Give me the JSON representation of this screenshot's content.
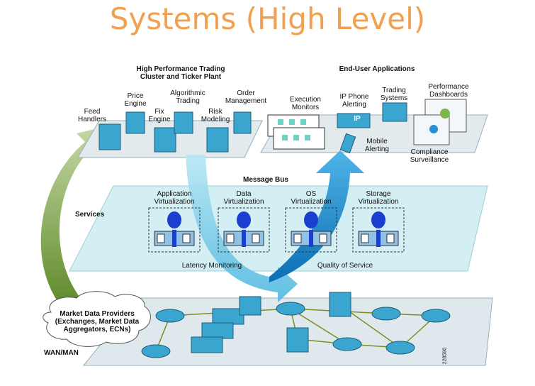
{
  "title": "Systems (High Level)",
  "top_left_section": "High Performance Trading\nCluster and Ticker Plant",
  "top_right_section": "End-User Applications",
  "components": {
    "feed_handlers": "Feed\nHandlers",
    "price_engine": "Price\nEngine",
    "algorithmic_trading": "Algorithmic\nTrading",
    "fix_engine": "Fix\nEngine",
    "risk_modeling": "Risk\nModeling",
    "order_management": "Order\nManagement",
    "execution_monitors": "Execution\nMonitors",
    "ip_phone_alerting": "IP Phone\nAlerting",
    "trading_systems": "Trading\nSystems",
    "performance_dashboards": "Performance\nDashboards",
    "mobile_alerting": "Mobile\nAlerting",
    "compliance_surveillance": "Compliance\nSurveillance",
    "ip_badge": "IP"
  },
  "message_bus": "Message Bus",
  "services": {
    "label": "Services",
    "items": [
      "Application\nVirtualization",
      "Data\nVirtualization",
      "OS\nVirtualization",
      "Storage\nVirtualization"
    ],
    "latency": "Latency Monitoring",
    "qos": "Quality of Service"
  },
  "network": {
    "providers": "Market Data Providers\n(Exchanges, Market Data\nAggregators, ECNs)",
    "wan": "WAN/MAN",
    "figure_id": "228590"
  },
  "colors": {
    "title": "#f0a050",
    "plane": "#dfe9ee",
    "services_plane": "#d2eff4",
    "arrow_blue": "#1a8fd0",
    "arrow_green": "#7aa342",
    "light_blue": "#8fd3ec"
  }
}
